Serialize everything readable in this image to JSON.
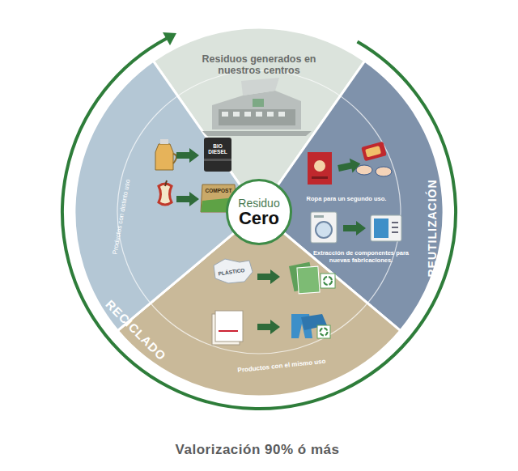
{
  "diagram": {
    "nodes": [
      {
        "text": [
          "Residuo",
          "Cero"
        ]
      }
    ],
    "labels": [
      "Residuos generados en nuestros centros",
      "BIO DIESEL",
      "COMPOST",
      "Productos con distinto uso",
      "RECICLADO",
      "Ropa para un segundo uso.",
      "Extracción de componentes para nuevas fabricaciones.",
      "REUTILIZACIÓN",
      "PLÁSTICO",
      "Productos con el mismo uso",
      "Valorización 90% ó más"
    ]
  }
}
